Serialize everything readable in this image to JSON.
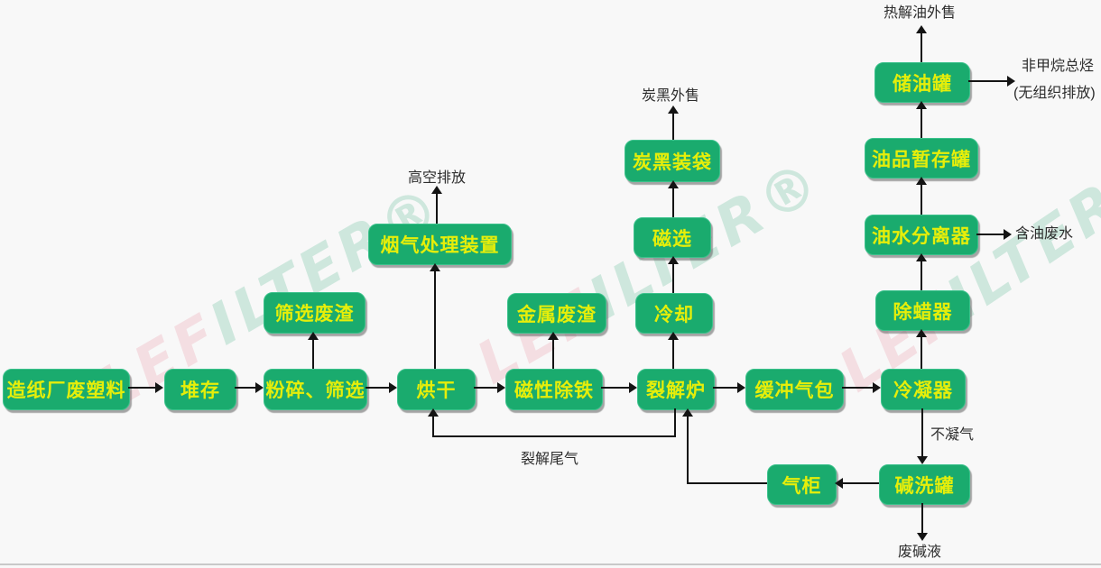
{
  "page": {
    "background": "#f8f8f8",
    "node_fill_green": "#1aab6e",
    "node_text_yellow": "#e6ee0a",
    "arrow_color": "#141414",
    "label_color": "#2d2d2d"
  },
  "watermark": {
    "leading": "LEF",
    "trailing": "ILTER®"
  },
  "nodes": {
    "source": "造纸厂废塑料",
    "stockpile": "堆存",
    "crush_screen": "粉碎、筛选",
    "drying": "烘干",
    "magnetic_deironing": "磁性除铁",
    "pyrolysis_furnace": "裂解炉",
    "buffer_tank": "缓冲气包",
    "condenser": "冷凝器",
    "screening_residue": "筛选废渣",
    "flue_gas_treatment": "烟气处理装置",
    "metal_residue": "金属废渣",
    "cooling": "冷却",
    "magnetic_separation": "磁选",
    "carbon_black_bagging": "炭黑装袋",
    "dewaxer": "除蜡器",
    "oil_water_separator": "油水分离器",
    "oil_temp_tank": "油品暂存罐",
    "oil_storage_tank": "储油罐",
    "alkali_wash_tank": "碱洗罐",
    "gas_holder": "气柜"
  },
  "labels": {
    "pyrolysis_oil_sold": "热解油外售",
    "nmhc_line1": "非甲烷总烃",
    "nmhc_line2": "(无组织排放)",
    "carbon_black_sold": "炭黑外售",
    "high_altitude_discharge": "高空排放",
    "oily_wastewater": "含油废水",
    "non_condensable_gas": "不凝气",
    "pyrolysis_tail_gas": "裂解尾气",
    "waste_alkali": "废碱液"
  }
}
